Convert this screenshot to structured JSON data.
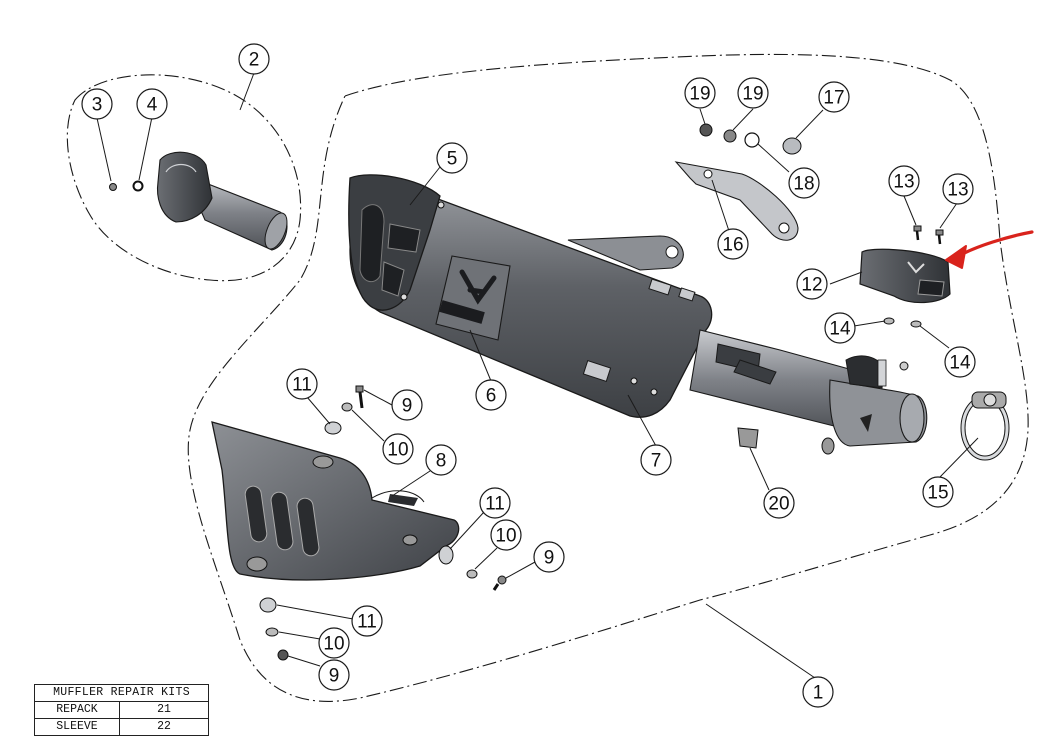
{
  "callouts": [
    {
      "id": "c1",
      "label": "1"
    },
    {
      "id": "c2",
      "label": "2"
    },
    {
      "id": "c3",
      "label": "3"
    },
    {
      "id": "c4",
      "label": "4"
    },
    {
      "id": "c5",
      "label": "5"
    },
    {
      "id": "c6",
      "label": "6"
    },
    {
      "id": "c7",
      "label": "7"
    },
    {
      "id": "c8",
      "label": "8"
    },
    {
      "id": "c9a",
      "label": "9"
    },
    {
      "id": "c9b",
      "label": "9"
    },
    {
      "id": "c9c",
      "label": "9"
    },
    {
      "id": "c10a",
      "label": "10"
    },
    {
      "id": "c10b",
      "label": "10"
    },
    {
      "id": "c10c",
      "label": "10"
    },
    {
      "id": "c11a",
      "label": "11"
    },
    {
      "id": "c11b",
      "label": "11"
    },
    {
      "id": "c11c",
      "label": "11"
    },
    {
      "id": "c12",
      "label": "12"
    },
    {
      "id": "c13a",
      "label": "13"
    },
    {
      "id": "c13b",
      "label": "13"
    },
    {
      "id": "c14a",
      "label": "14"
    },
    {
      "id": "c14b",
      "label": "14"
    },
    {
      "id": "c15",
      "label": "15"
    },
    {
      "id": "c16",
      "label": "16"
    },
    {
      "id": "c17",
      "label": "17"
    },
    {
      "id": "c18",
      "label": "18"
    },
    {
      "id": "c19a",
      "label": "19"
    },
    {
      "id": "c19b",
      "label": "19"
    },
    {
      "id": "c20",
      "label": "20"
    }
  ],
  "repair_kits": {
    "title": "MUFFLER REPAIR KITS",
    "rows": [
      {
        "name": "REPACK",
        "code": "21"
      },
      {
        "name": "SLEEVE",
        "code": "22"
      }
    ]
  },
  "colors": {
    "line": "#1a1a1a",
    "metal_dark": "#4a4d52",
    "metal_mid": "#7d8086",
    "metal_light": "#b4b7bc",
    "annotation_arrow": "#d9231c"
  }
}
